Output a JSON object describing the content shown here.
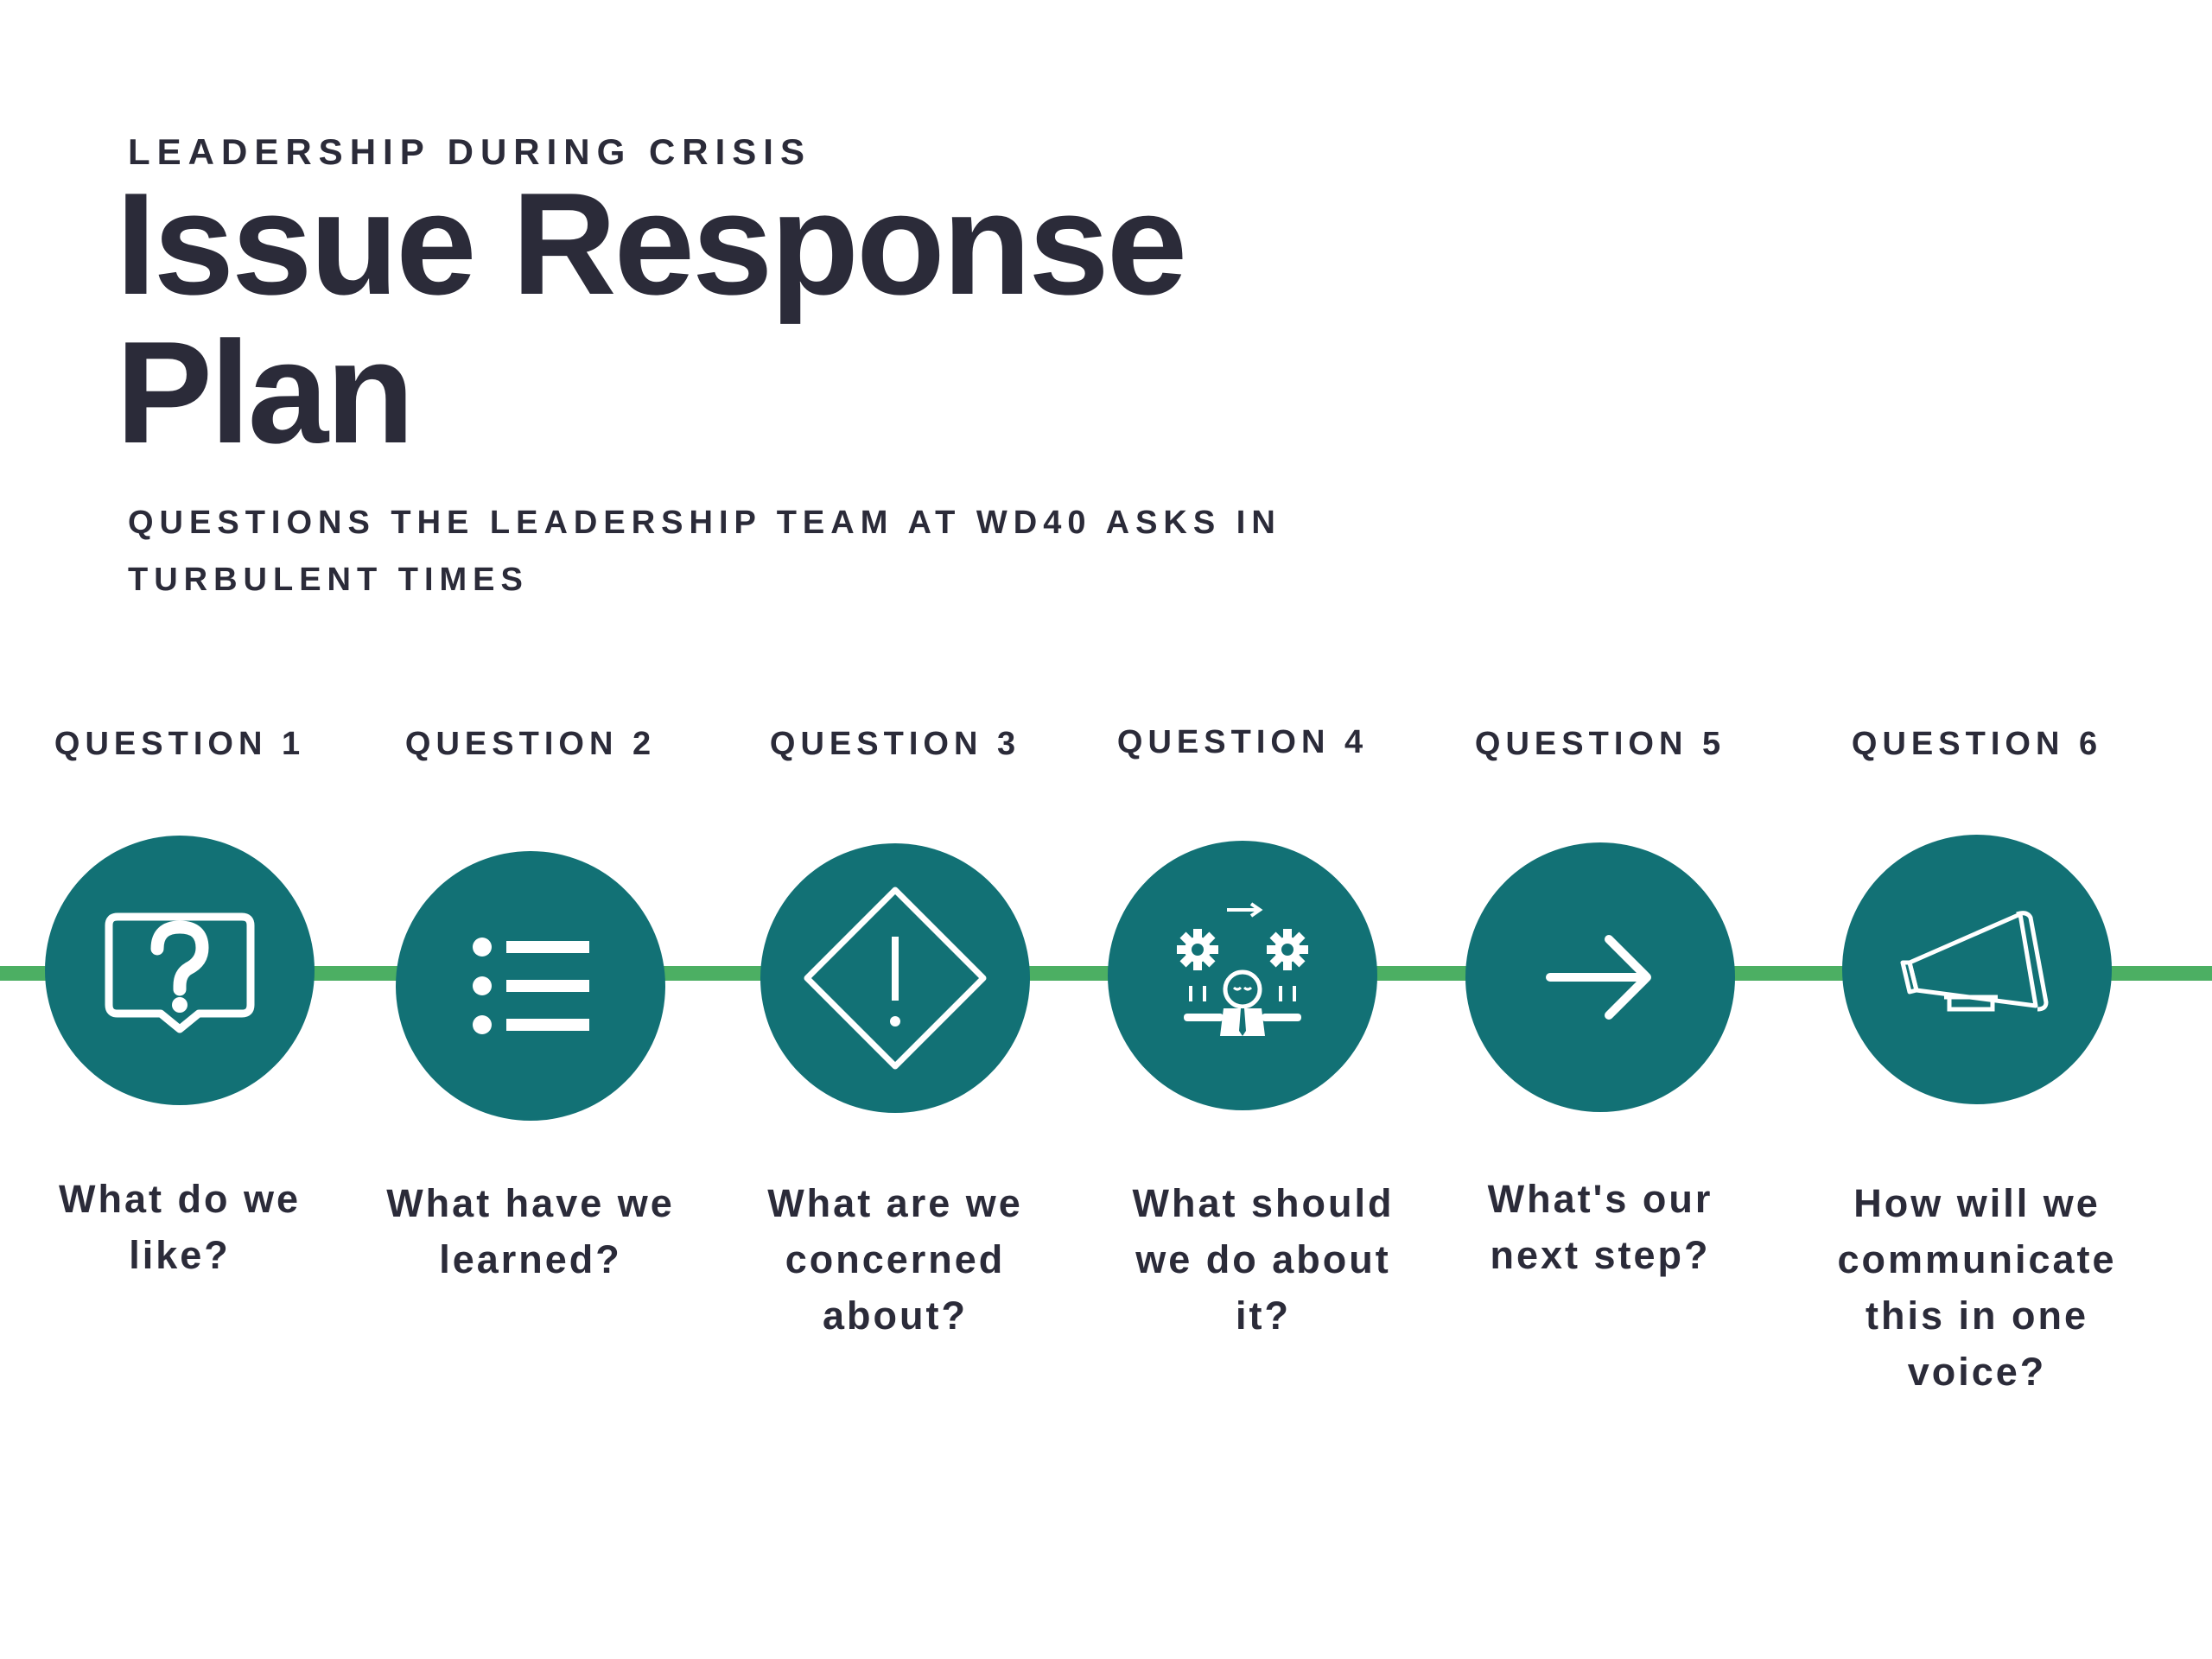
{
  "header": {
    "eyebrow": "LEADERSHIP DURING CRISIS",
    "title_line1": "Issue Response",
    "title_line2": "Plan",
    "subtitle_line1": "QUESTIONS THE LEADERSHIP TEAM AT WD40 ASKS IN",
    "subtitle_line2": "TURBULENT TIMES"
  },
  "colors": {
    "text": "#2b2b39",
    "circle": "#127175",
    "timeline": "#4caf63",
    "icon": "#ffffff"
  },
  "steps": [
    {
      "label": "QUESTION 1",
      "icon": "question-bubble-icon",
      "question_lines": [
        "What do we",
        "like?"
      ]
    },
    {
      "label": "QUESTION 2",
      "icon": "list-icon",
      "question_lines": [
        "What have we",
        "learned?"
      ]
    },
    {
      "label": "QUESTION 3",
      "icon": "warning-diamond-icon",
      "question_lines": [
        "What are we",
        "concerned",
        "about?"
      ]
    },
    {
      "label": "QUESTION 4",
      "icon": "person-gears-icon",
      "question_lines": [
        "What should",
        "we do about",
        "it?"
      ]
    },
    {
      "label": "QUESTION 5",
      "icon": "arrow-right-icon",
      "question_lines": [
        "What's our",
        "next step?"
      ]
    },
    {
      "label": "QUESTION 6",
      "icon": "megaphone-icon",
      "question_lines": [
        "How will we",
        "communicate",
        "this in one",
        "voice?"
      ]
    }
  ]
}
